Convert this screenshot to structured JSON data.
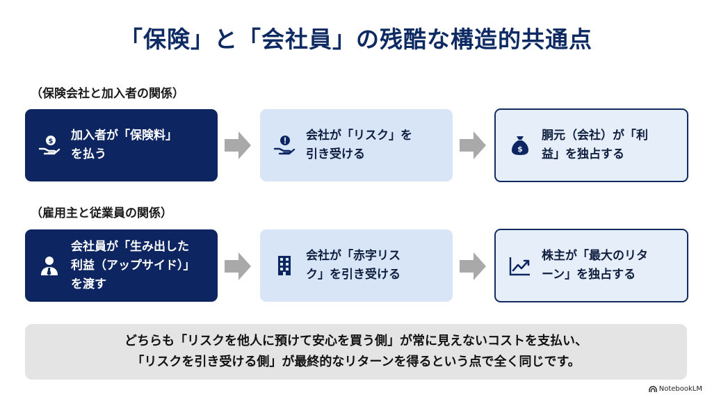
{
  "title": "「保険」と「会社員」の残酷な構造的共通点",
  "section1": {
    "label": "（保険会社と加入者の関係）",
    "boxes": [
      {
        "lines": [
          "加入者が「保険料」",
          "を払う"
        ],
        "icon": "hand-coin-icon"
      },
      {
        "lines": [
          "会社が「リスク」を",
          "引き受ける"
        ],
        "icon": "hand-alert-icon"
      },
      {
        "lines": [
          "胴元（会社）が「利",
          "益」を独占する"
        ],
        "icon": "money-bag-icon"
      }
    ]
  },
  "section2": {
    "label": "（雇用主と従業員の関係）",
    "boxes": [
      {
        "lines": [
          "会社員が「生み出した",
          "利益（アップサイド）」",
          "を渡す"
        ],
        "icon": "employee-icon"
      },
      {
        "lines": [
          "会社が「赤字リス",
          "ク」を引き受ける"
        ],
        "icon": "building-icon"
      },
      {
        "lines": [
          "株主が「最大のリタ",
          "ーン」を独占する"
        ],
        "icon": "trend-chart-icon"
      }
    ]
  },
  "summary": {
    "line1": "どちらも「リスクを他人に預けて安心を買う側」が常に見えないコストを支払い、",
    "line2": "「リスクを引き受ける側」が最終的なリターンを得るという点で全く同じです。"
  },
  "badge": {
    "text": "NotebookLM"
  },
  "colors": {
    "dark_navy": "#0d2560",
    "light_blue": "#d8e5f7",
    "arrow_gray": "#a9a9a9",
    "summary_bg": "#e4e4e4"
  }
}
